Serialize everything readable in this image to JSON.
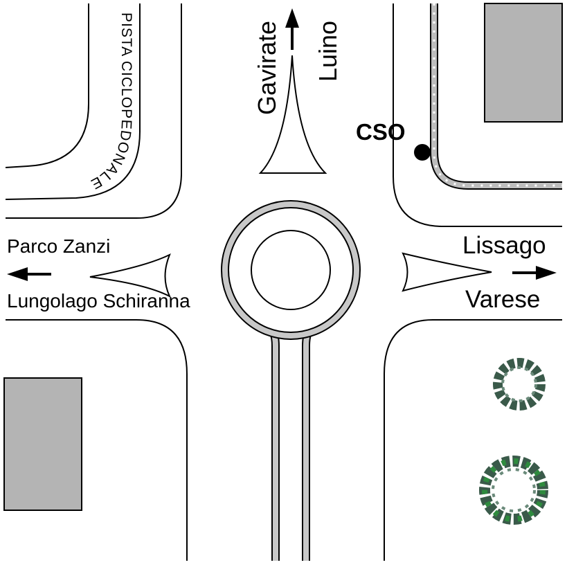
{
  "labels": {
    "north_1": "Gavirate",
    "north_2": "Luino",
    "west_1": "Parco Zanzi",
    "west_2": "Lungolago Schiranna",
    "east_1": "Lissago",
    "east_2": "Varese",
    "marker": "CSO",
    "cycle_path": "PISTA CICLOPEDONALE"
  },
  "colors": {
    "road_line": "#000000",
    "building": "#b4b4b4",
    "ring": "#c8c8c8",
    "tree_dark": "#3a5a4a",
    "tree_green": "#2e8b3e"
  }
}
